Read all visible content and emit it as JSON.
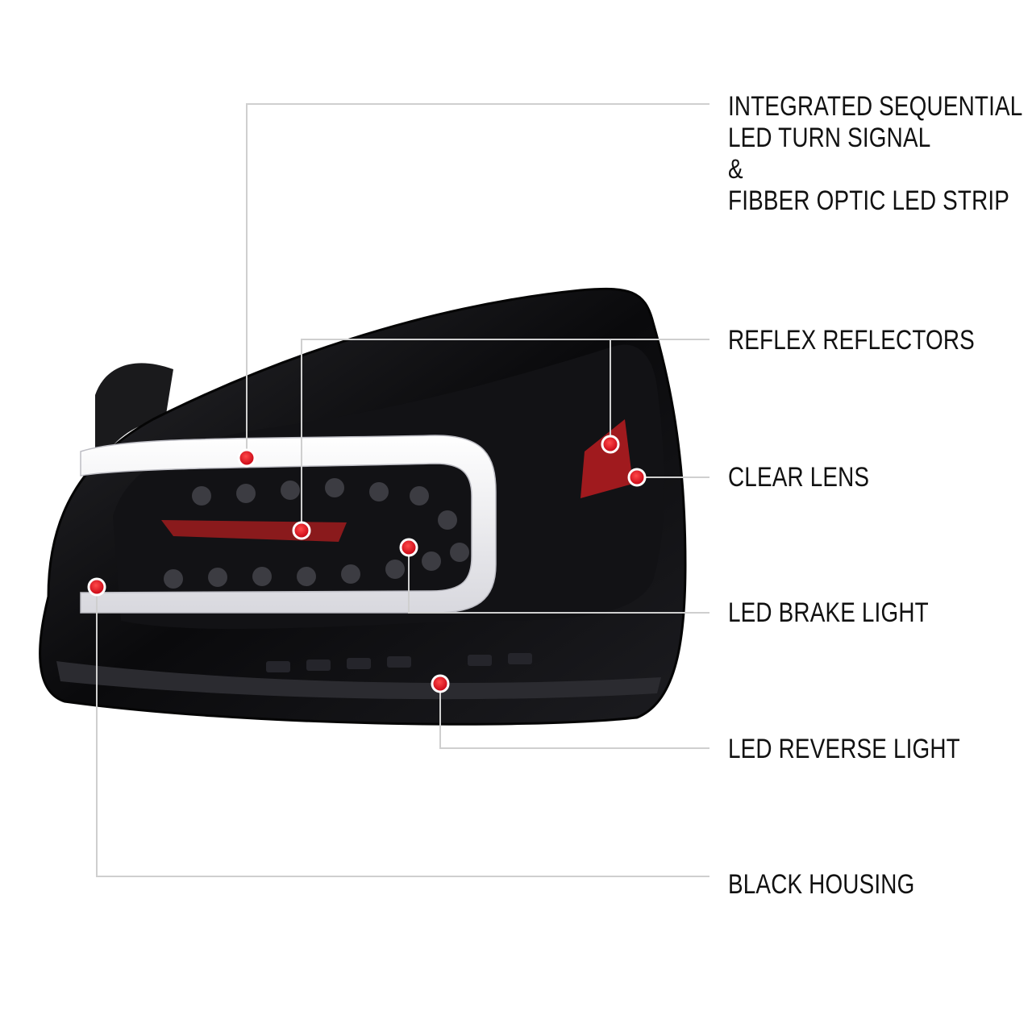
{
  "callouts": {
    "turn_signal": {
      "lines": [
        "INTEGRATED SEQUENTIAL",
        "LED TURN SIGNAL",
        "&",
        "FIBBER OPTIC LED STRIP"
      ]
    },
    "reflex_reflectors": "REFLEX REFLECTORS",
    "clear_lens": "CLEAR LENS",
    "brake_light": "LED BRAKE LIGHT",
    "reverse_light": "LED REVERSE LIGHT",
    "black_housing": "BLACK HOUSING"
  },
  "colors": {
    "leader_line": "#cfcfcf",
    "marker_red": "#e0121b",
    "housing": "#0b0b0c",
    "light_bar": "#f2f2f4",
    "reflector_red": "#a01a1e"
  }
}
